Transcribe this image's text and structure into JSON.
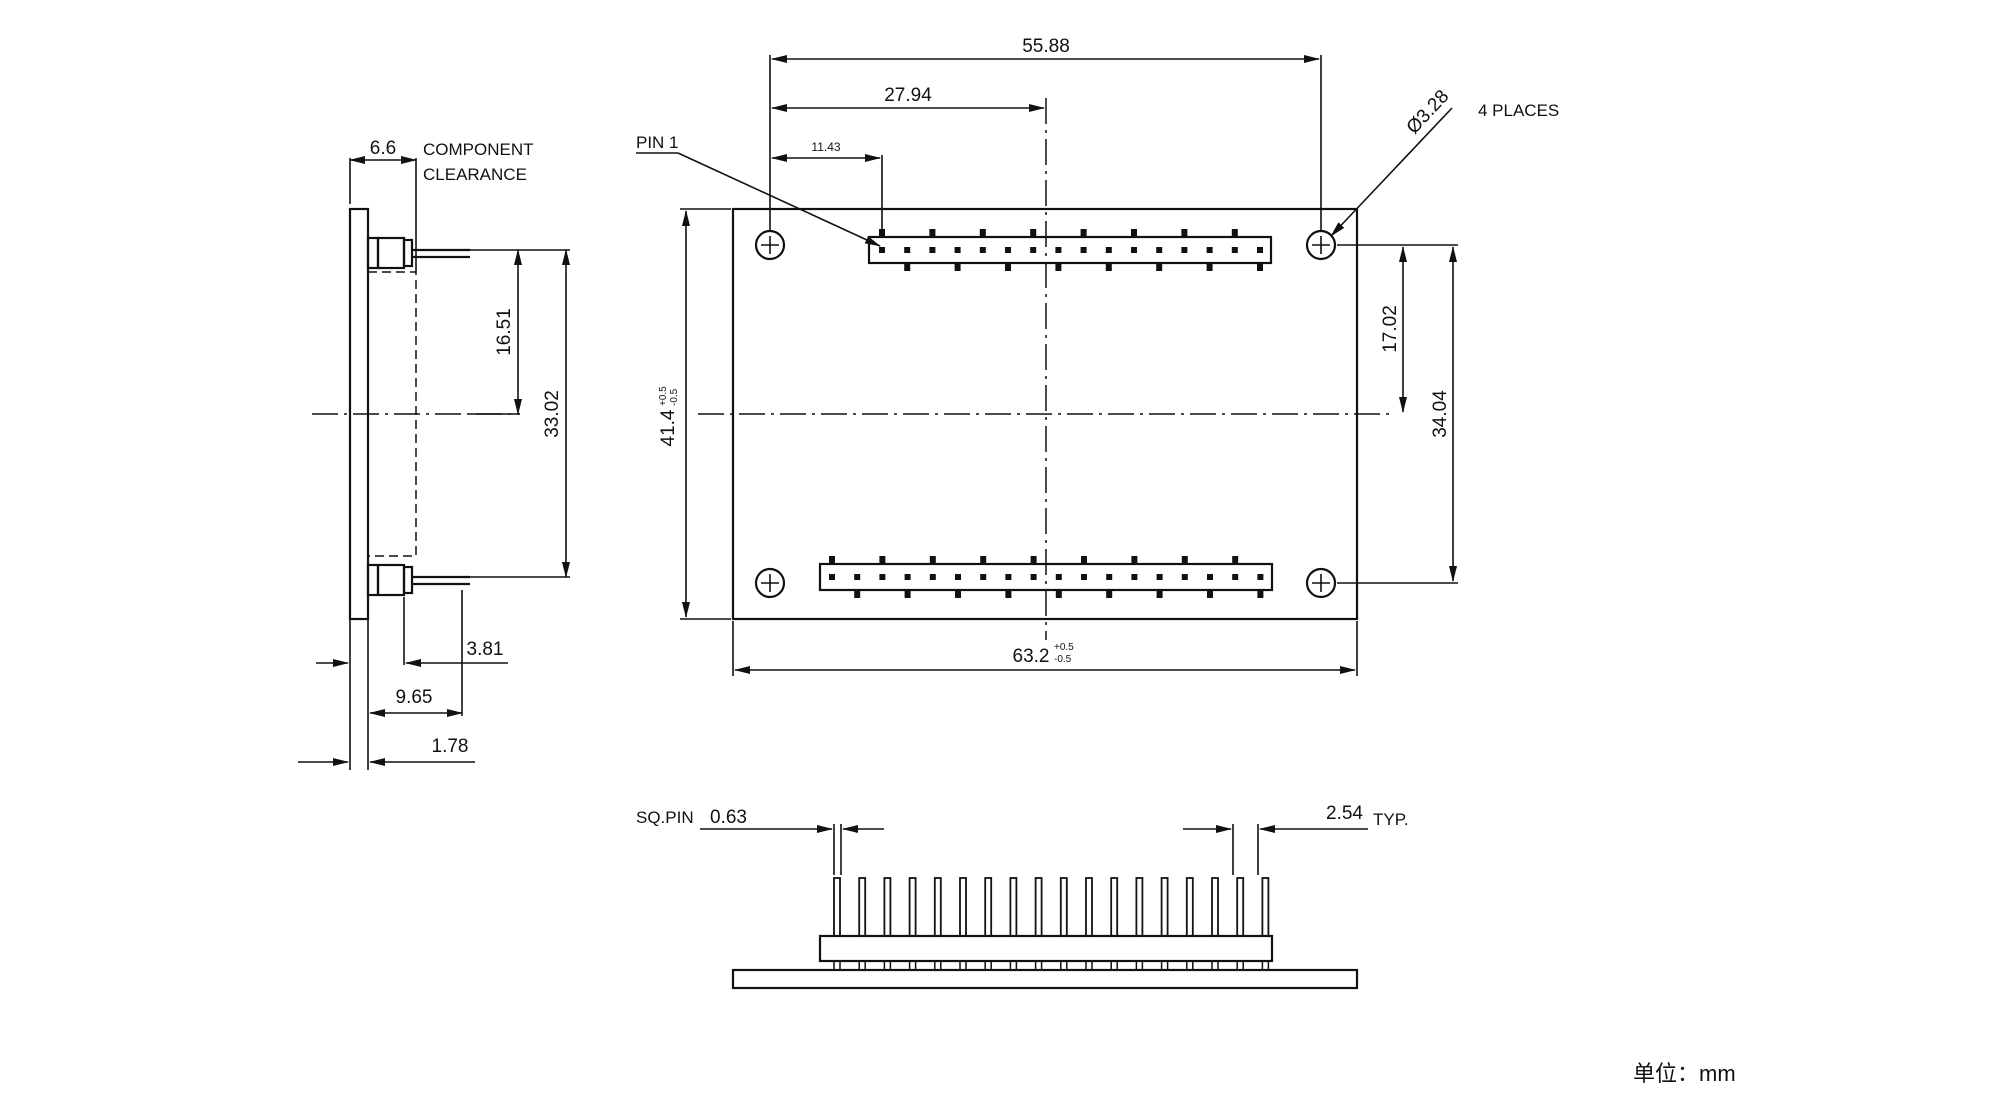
{
  "drawing": {
    "side_view": {
      "component_height": "6.6",
      "component_clearance_line1": "COMPONENT",
      "component_clearance_line2": "CLEARANCE",
      "pin_row_offset": "16.51",
      "pin_row_spacing": "33.02",
      "pin_stub": "3.81",
      "pin_length": "9.65",
      "board_thickness": "1.78"
    },
    "top_view": {
      "mount_hole_spacing": "55.88",
      "center_offset": "27.94",
      "first_pin_offset": "11.43",
      "pin1_label": "PIN 1",
      "hole_diameter": "Ø3.28",
      "hole_count": "4 PLACES",
      "row_to_center": "17.02",
      "hole_spacing_vertical": "34.04",
      "board_height": "41.4",
      "board_height_tol_plus": "+0.5",
      "board_height_tol_minus": "-0.5",
      "board_width": "63.2",
      "board_width_tol_plus": "+0.5",
      "board_width_tol_minus": "-0.5"
    },
    "front_view": {
      "pin_type": "SQ.PIN",
      "pin_size": "0.63",
      "pin_pitch": "2.54",
      "pitch_note": "TYP."
    },
    "units_note": "单位：mm"
  }
}
